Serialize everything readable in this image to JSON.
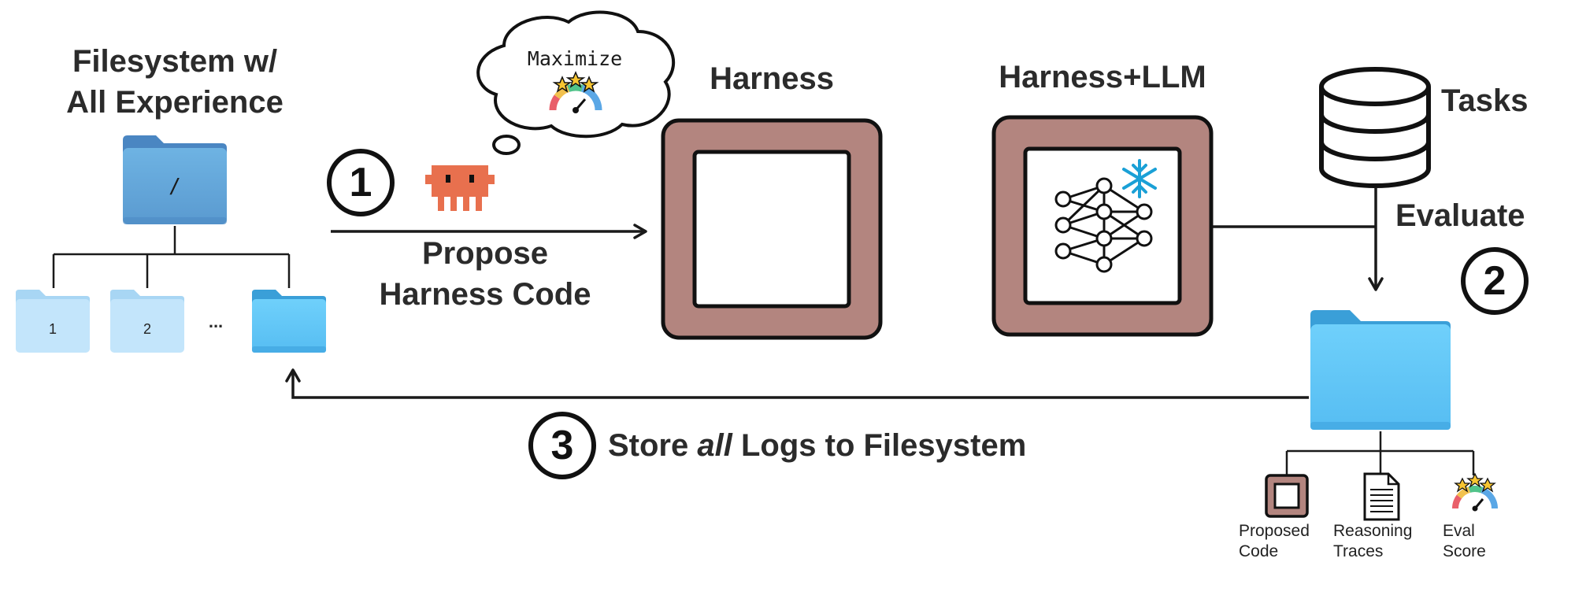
{
  "filesystem": {
    "title_line1": "Filesystem w/",
    "title_line2": "All Experience",
    "root_label": "/",
    "child_folders": [
      "1",
      "2"
    ],
    "ellipsis": "..."
  },
  "step1": {
    "number": "1",
    "label_line1": "Propose",
    "label_line2": "Harness Code",
    "thought": "Maximize"
  },
  "harness": {
    "title": "Harness"
  },
  "harness_llm": {
    "title": "Harness+LLM"
  },
  "tasks": {
    "label": "Tasks"
  },
  "step2": {
    "number": "2",
    "label": "Evaluate"
  },
  "step3": {
    "number": "3",
    "label_prefix": "Store ",
    "label_emphasis": "all",
    "label_suffix": " Logs to Filesystem"
  },
  "outputs": [
    {
      "line1": "Proposed",
      "line2": "Code"
    },
    {
      "line1": "Reasoning",
      "line2": "Traces"
    },
    {
      "line1": "Eval",
      "line2": "Score"
    }
  ],
  "colors": {
    "frame_fill": "#b3857f",
    "folder_blue": "#5ba7dc",
    "folder_light": "#bfe3fa",
    "folder_bright": "#5cc5f7",
    "agent_orange": "#e8704e",
    "line": "#1a1a1a"
  }
}
